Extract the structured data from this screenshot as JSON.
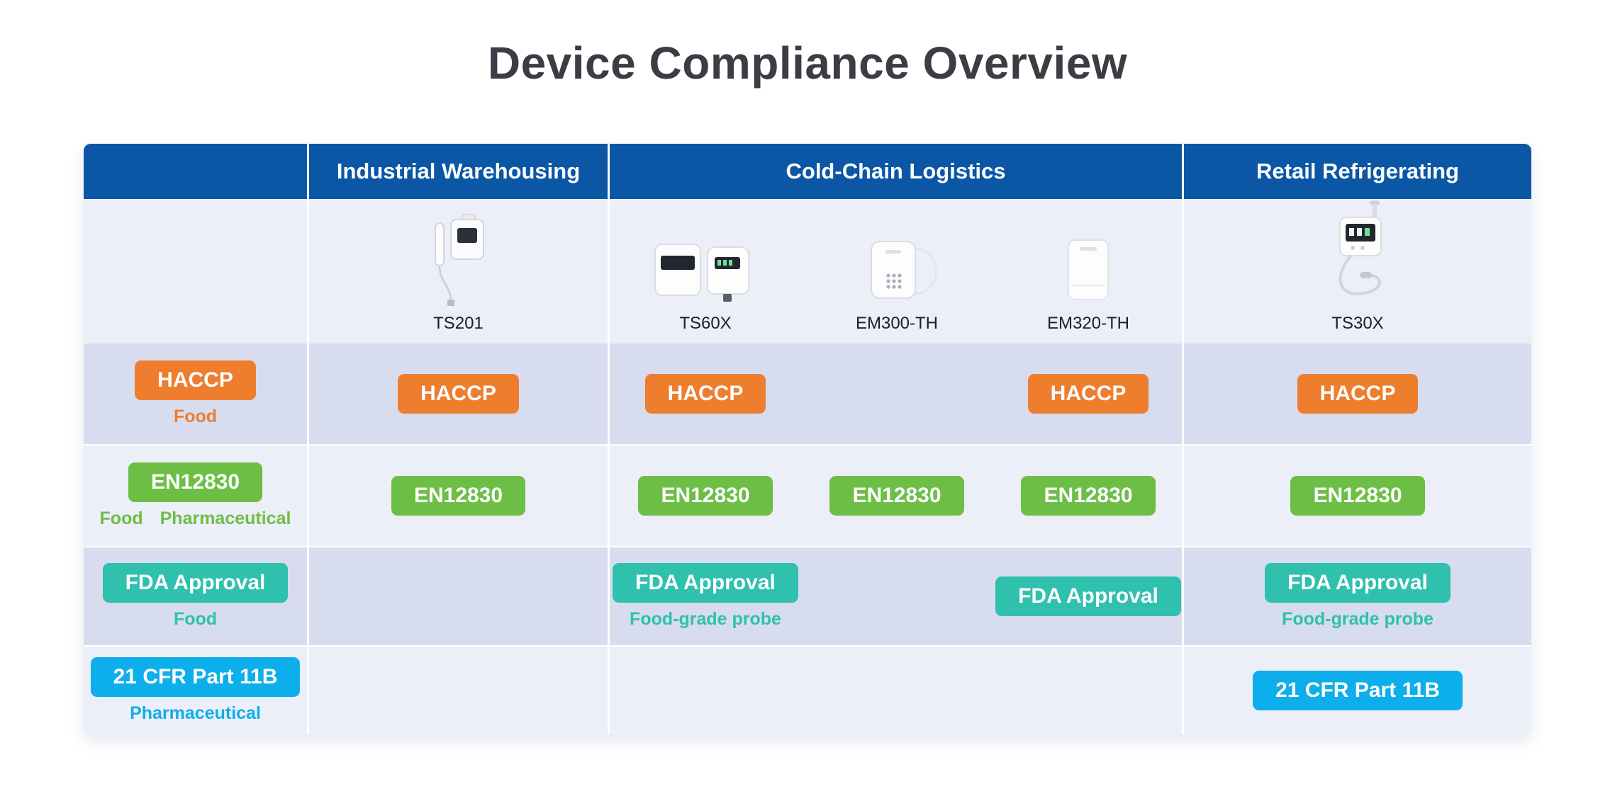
{
  "page": {
    "title": "Device Compliance Overview"
  },
  "header": {
    "industrial": "Industrial Warehousing",
    "cold_chain": "Cold-Chain Logistics",
    "retail": "Retail Refrigerating"
  },
  "devices": {
    "ts201": "TS201",
    "ts60x": "TS60X",
    "em300": "EM300-TH",
    "em320": "EM320-TH",
    "ts30x": "TS30X"
  },
  "badges": {
    "haccp": "HACCP",
    "en12830": "EN12830",
    "fda": "FDA Approval",
    "cfr": "21 CFR Part 11B"
  },
  "scopes": {
    "food": "Food",
    "pharmaceutical": "Pharmaceutical",
    "food_grade_probe": "Food-grade probe"
  },
  "colors": {
    "header_bg": "#0B57A6",
    "row_light": "#ECEEF8",
    "row_dark": "#D8DCEF",
    "haccp": "#EE7D2E",
    "en12830": "#6DBE45",
    "fda": "#2FC0AE",
    "cfr": "#0DAEEC"
  },
  "chart_data": {
    "type": "table",
    "title": "Device Compliance Overview",
    "column_groups": [
      {
        "label": "Industrial Warehousing",
        "devices": [
          "TS201"
        ]
      },
      {
        "label": "Cold-Chain Logistics",
        "devices": [
          "TS60X",
          "EM300-TH",
          "EM320-TH"
        ]
      },
      {
        "label": "Retail Refrigerating",
        "devices": [
          "TS30X"
        ]
      }
    ],
    "rows": [
      {
        "compliance": "HACCP",
        "applies_to": "Food",
        "TS201": true,
        "TS60X": true,
        "EM300-TH": false,
        "EM320-TH": true,
        "TS30X": true
      },
      {
        "compliance": "EN12830",
        "applies_to": "Food Pharmaceutical",
        "TS201": true,
        "TS60X": true,
        "EM300-TH": true,
        "EM320-TH": true,
        "TS30X": true
      },
      {
        "compliance": "FDA Approval",
        "applies_to": "Food",
        "TS201": false,
        "TS60X": true,
        "EM300-TH": false,
        "EM320-TH": true,
        "TS30X": true,
        "cell_notes": {
          "TS60X": "Food-grade probe",
          "TS30X": "Food-grade probe"
        }
      },
      {
        "compliance": "21 CFR Part 11B",
        "applies_to": "Pharmaceutical",
        "TS201": false,
        "TS60X": false,
        "EM300-TH": false,
        "EM320-TH": false,
        "TS30X": true
      }
    ]
  }
}
